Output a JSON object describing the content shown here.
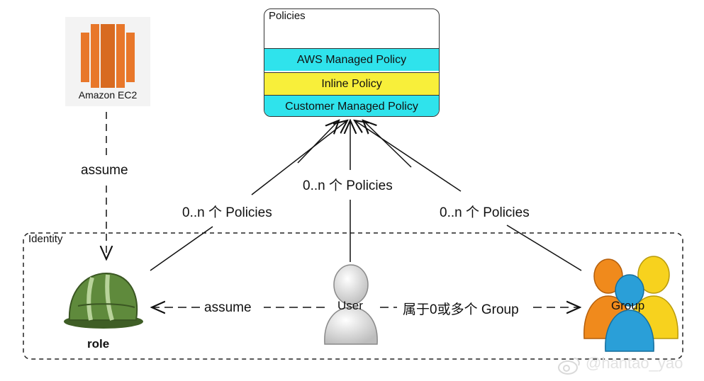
{
  "policies": {
    "title": "Policies",
    "rows": [
      {
        "label": "AWS Managed Policy",
        "color": "#2fe3ec"
      },
      {
        "label": "Inline Policy",
        "color": "#f8ef3a"
      },
      {
        "label": "Customer Managed Policy",
        "color": "#2fe3ec"
      }
    ]
  },
  "ec2": {
    "label": "Amazon EC2",
    "color": "#e8772a"
  },
  "identity": {
    "label": "Identity"
  },
  "edges": {
    "ec2_role": "assume",
    "role_policies": "0..n 个 Policies",
    "user_policies": "0..n 个 Policies",
    "group_policies": "0..n 个 Policies",
    "user_role": "assume",
    "user_group": "属于0或多个 Group"
  },
  "nodes": {
    "role": "role",
    "user": "User",
    "group": "Group"
  },
  "colors": {
    "helmet": "#5f8a3c",
    "group_orange": "#f08a1c",
    "group_yellow": "#f7d21e",
    "group_blue": "#2a9fd8"
  },
  "watermark": "@hantao_yao"
}
